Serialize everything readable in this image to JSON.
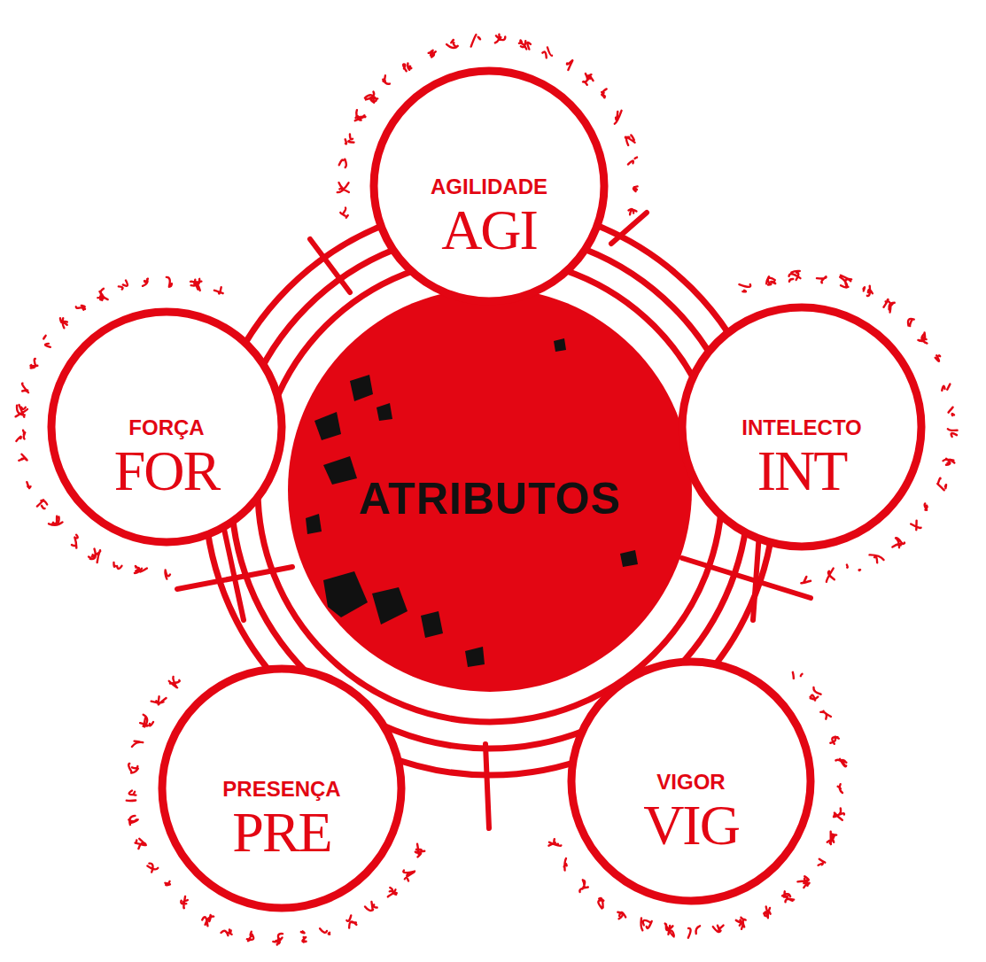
{
  "diagram": {
    "nodes": [
      {
        "text": [
          "ATRIBUTOS"
        ]
      },
      {
        "text": [
          "AGILIDADE",
          "AGI"
        ]
      },
      {
        "text": [
          "FORÇA",
          "FOR"
        ]
      },
      {
        "text": [
          "INTELECTO",
          "INT"
        ]
      },
      {
        "text": [
          "PRESENÇA",
          "PRE"
        ]
      },
      {
        "text": [
          "VIGOR",
          "VIG"
        ]
      }
    ]
  }
}
